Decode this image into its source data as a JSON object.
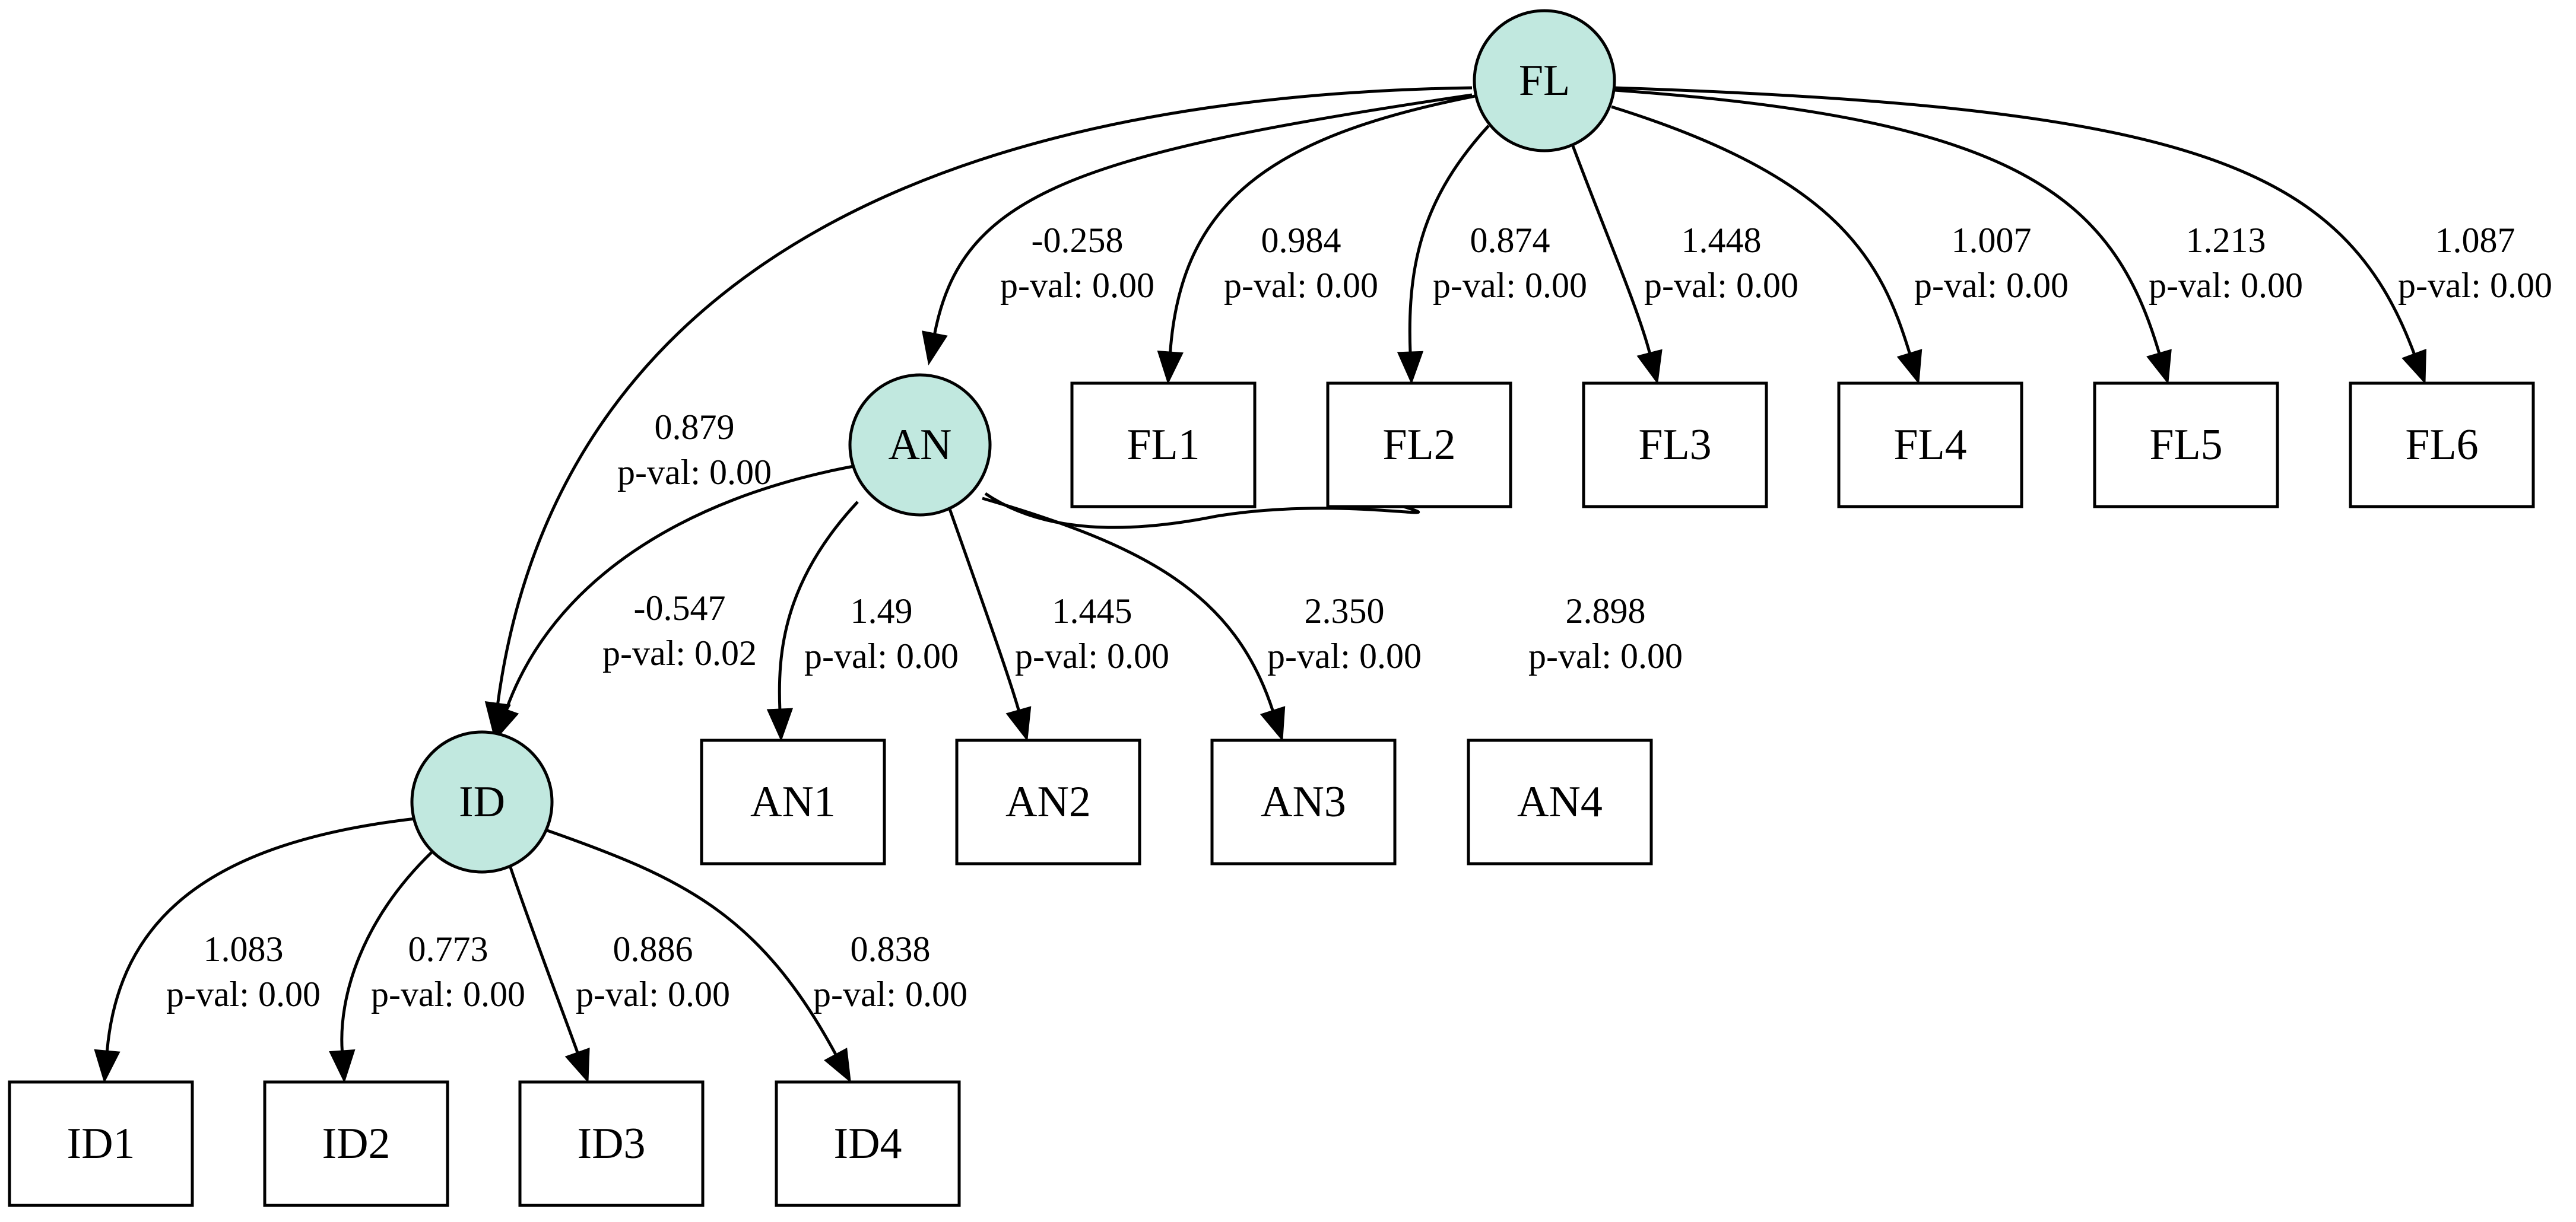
{
  "colors": {
    "latent_fill": "#c1e8df",
    "stroke": "#000000",
    "background": "#ffffff"
  },
  "nodes": [
    {
      "id": "FL",
      "label": "FL",
      "kind": "latent"
    },
    {
      "id": "AN",
      "label": "AN",
      "kind": "latent"
    },
    {
      "id": "ID",
      "label": "ID",
      "kind": "latent"
    },
    {
      "id": "FL1",
      "label": "FL1",
      "kind": "indicator"
    },
    {
      "id": "FL2",
      "label": "FL2",
      "kind": "indicator"
    },
    {
      "id": "FL3",
      "label": "FL3",
      "kind": "indicator"
    },
    {
      "id": "FL4",
      "label": "FL4",
      "kind": "indicator"
    },
    {
      "id": "FL5",
      "label": "FL5",
      "kind": "indicator"
    },
    {
      "id": "FL6",
      "label": "FL6",
      "kind": "indicator"
    },
    {
      "id": "AN1",
      "label": "AN1",
      "kind": "indicator"
    },
    {
      "id": "AN2",
      "label": "AN2",
      "kind": "indicator"
    },
    {
      "id": "AN3",
      "label": "AN3",
      "kind": "indicator"
    },
    {
      "id": "AN4",
      "label": "AN4",
      "kind": "indicator"
    },
    {
      "id": "ID1",
      "label": "ID1",
      "kind": "indicator"
    },
    {
      "id": "ID2",
      "label": "ID2",
      "kind": "indicator"
    },
    {
      "id": "ID3",
      "label": "ID3",
      "kind": "indicator"
    },
    {
      "id": "ID4",
      "label": "ID4",
      "kind": "indicator"
    }
  ],
  "edges": [
    {
      "from": "FL",
      "to": "AN",
      "estimate": "-0.258",
      "pval": "p-val: 0.00"
    },
    {
      "from": "FL",
      "to": "ID",
      "estimate": "0.879",
      "pval": "p-val: 0.00"
    },
    {
      "from": "FL",
      "to": "FL1",
      "estimate": "0.984",
      "pval": "p-val: 0.00"
    },
    {
      "from": "FL",
      "to": "FL2",
      "estimate": "0.874",
      "pval": "p-val: 0.00"
    },
    {
      "from": "FL",
      "to": "FL3",
      "estimate": "1.448",
      "pval": "p-val: 0.00"
    },
    {
      "from": "FL",
      "to": "FL4",
      "estimate": "1.007",
      "pval": "p-val: 0.00"
    },
    {
      "from": "FL",
      "to": "FL5",
      "estimate": "1.213",
      "pval": "p-val: 0.00"
    },
    {
      "from": "FL",
      "to": "FL6",
      "estimate": "1.087",
      "pval": "p-val: 0.00"
    },
    {
      "from": "AN",
      "to": "ID",
      "estimate": "-0.547",
      "pval": "p-val: 0.02"
    },
    {
      "from": "AN",
      "to": "AN1",
      "estimate": "1.49",
      "pval": "p-val: 0.00"
    },
    {
      "from": "AN",
      "to": "AN2",
      "estimate": "1.445",
      "pval": "p-val: 0.00"
    },
    {
      "from": "AN",
      "to": "AN3",
      "estimate": "2.350",
      "pval": "p-val: 0.00"
    },
    {
      "from": "AN",
      "to": "AN4",
      "estimate": "2.898",
      "pval": "p-val: 0.00"
    },
    {
      "from": "ID",
      "to": "ID1",
      "estimate": "1.083",
      "pval": "p-val: 0.00"
    },
    {
      "from": "ID",
      "to": "ID2",
      "estimate": "0.773",
      "pval": "p-val: 0.00"
    },
    {
      "from": "ID",
      "to": "ID3",
      "estimate": "0.886",
      "pval": "p-val: 0.00"
    },
    {
      "from": "ID",
      "to": "ID4",
      "estimate": "0.838",
      "pval": "p-val: 0.00"
    }
  ]
}
